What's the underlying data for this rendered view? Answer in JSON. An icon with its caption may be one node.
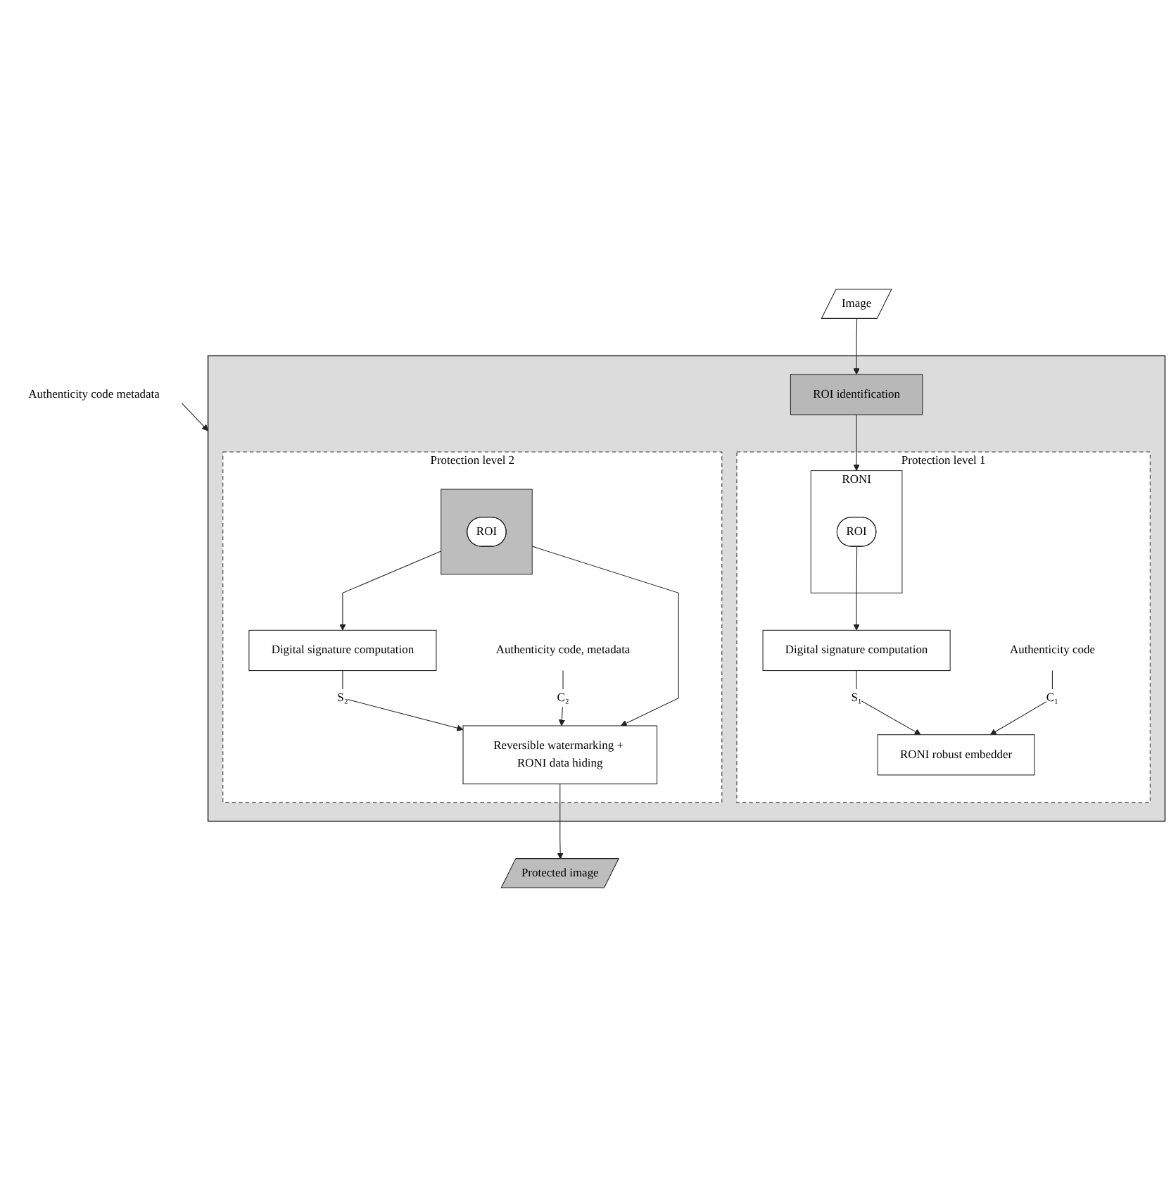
{
  "diagram": {
    "nodes": [
      {
        "text": [
          "Image"
        ]
      },
      {
        "text": [
          "Authenticity code metadata"
        ]
      },
      {
        "text": [],
        "shape": "box"
      },
      {
        "text": [
          "ROI identification"
        ],
        "in": 2
      },
      {
        "text": [
          "Protection level 1"
        ],
        "in": 2
      },
      {
        "text": [
          "RONI"
        ],
        "in": 4
      },
      {
        "text": [
          "ROI"
        ],
        "in": 5
      },
      {
        "text": [
          "Authenticity code"
        ],
        "in": 4
      },
      {
        "text": [
          "Digital signature computation"
        ],
        "in": 4
      },
      {
        "text": [
          "RONI robust embedder"
        ],
        "in": 4
      },
      {
        "text": [
          "Protection level 2"
        ],
        "in": 2
      },
      {
        "text": [],
        "shape": "parallelogram",
        "in": 10
      },
      {
        "text": [
          "ROI"
        ],
        "in": 11
      },
      {
        "text": [
          "Authenticity code, metadata"
        ],
        "in": 10
      },
      {
        "text": [
          "Digital signature computation"
        ],
        "in": 10
      },
      {
        "text": [
          "Reversible watermarking + RONI data hiding"
        ],
        "in": 10
      },
      {
        "text": [
          "Protected image"
        ]
      }
    ],
    "edges": [
      {
        "from": 0,
        "to": 3,
        "arrow": "to"
      },
      {
        "from": 1,
        "to": 2,
        "arrow": "to"
      },
      {
        "from": 3,
        "to": 5,
        "arrow": "to"
      },
      {
        "from": 6,
        "to": 8,
        "arrow": "to"
      },
      {
        "from": 8,
        "to": 9,
        "arrow": "to",
        "label": "S₁"
      },
      {
        "from": 7,
        "to": 9,
        "arrow": "to",
        "label": "C₁"
      },
      {
        "from": 11,
        "to": 14,
        "arrow": "to"
      },
      {
        "from": 11,
        "to": 15,
        "arrow": "to"
      },
      {
        "from": 14,
        "to": 15,
        "arrow": "to",
        "label": "S₂"
      },
      {
        "from": 13,
        "to": 15,
        "arrow": "to",
        "label": "C₂"
      },
      {
        "from": 15,
        "to": 16,
        "arrow": "to"
      }
    ]
  }
}
